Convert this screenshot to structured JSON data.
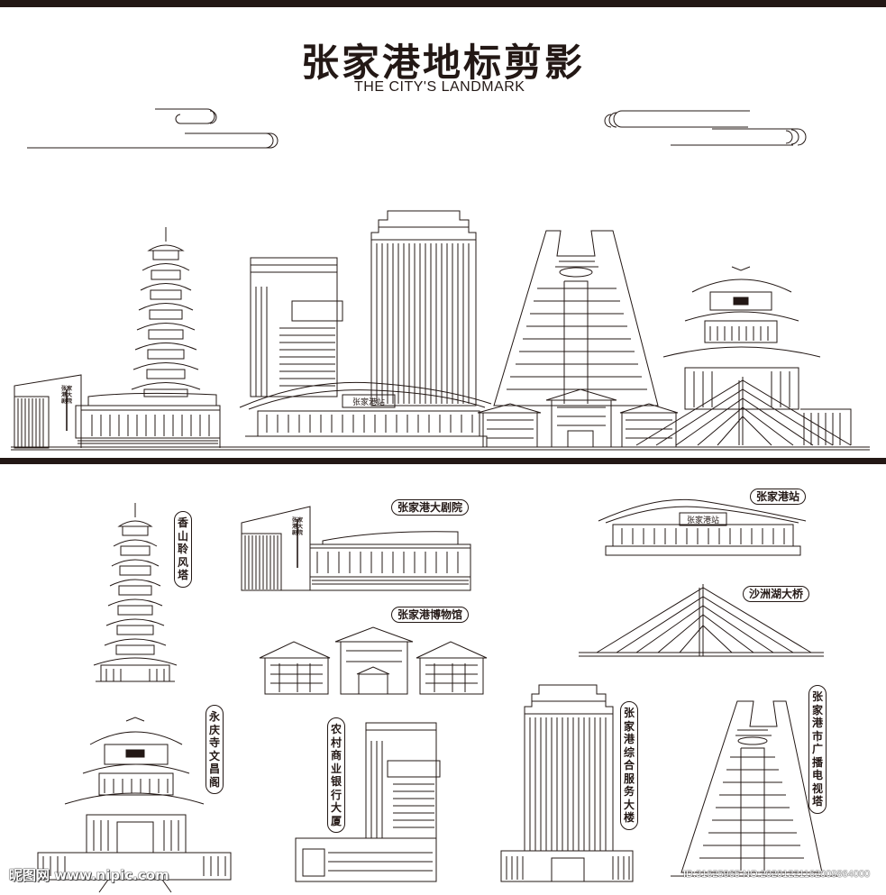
{
  "title": "张家港地标剪影",
  "subtitle": "THE CITY'S LANDMARK",
  "colors": {
    "line": "#231815",
    "band": "#231815",
    "background": "#ffffff"
  },
  "signs": {
    "theater_sign": "张家港大剧院",
    "station_sign": "张家港站"
  },
  "labels": {
    "pagoda": "香山聆风塔",
    "theater": "张家港大剧院",
    "station": "张家港站",
    "bridge": "沙洲湖大桥",
    "museum": "张家港博物馆",
    "pavilion": "永庆寺文昌阁",
    "bank": "农村商业银行大厦",
    "service": "张家港综合服务大楼",
    "tvtower": "张家港市广播电视塔"
  },
  "watermark": {
    "left": "昵图网 www.nipic.com",
    "right": "ID:31625965 NO:20201221162009864000"
  }
}
